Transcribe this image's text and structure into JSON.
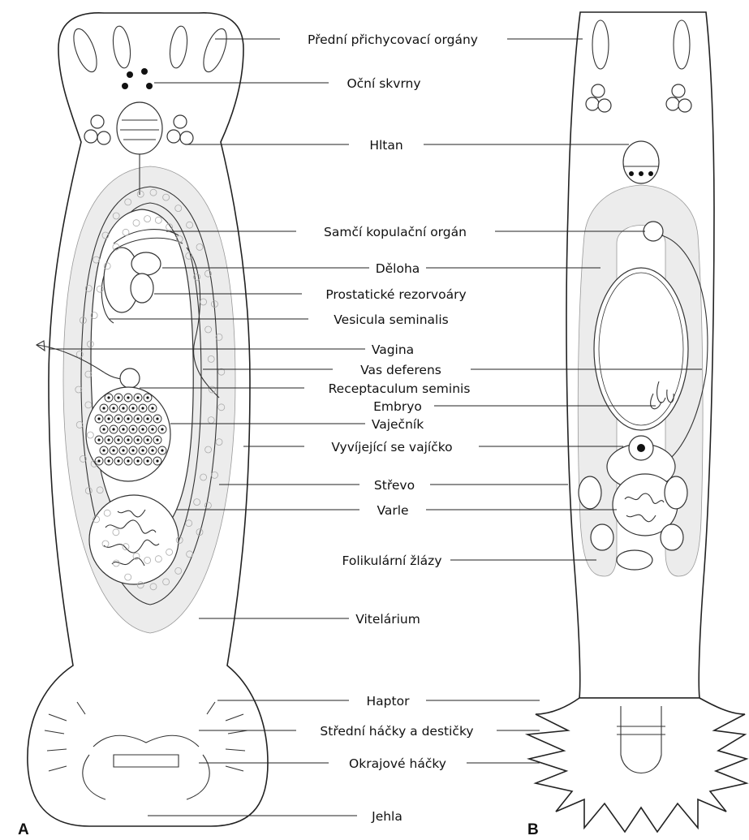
{
  "panels": {
    "a": "A",
    "b": "B"
  },
  "labels": [
    "Přední přichycovací orgány",
    "Oční skvrny",
    "Hltan",
    "Samčí kopulační orgán",
    "Děloha",
    "Prostatické rezorvoáry",
    "Vesicula seminalis",
    "Vagina",
    "Vas deferens",
    "Receptaculum seminis",
    "Embryo",
    "Vaječník",
    "Vyvíjející se vajíčko",
    "Střevo",
    "Varle",
    "Folikulární žlázy",
    "Vitelárium",
    "Haptor",
    "Střední háčky a destičky",
    "Okrajové háčky",
    "Jehla"
  ],
  "colors": {
    "ink": "#222222",
    "vitellarium": "#ececec",
    "background": "#ffffff"
  }
}
